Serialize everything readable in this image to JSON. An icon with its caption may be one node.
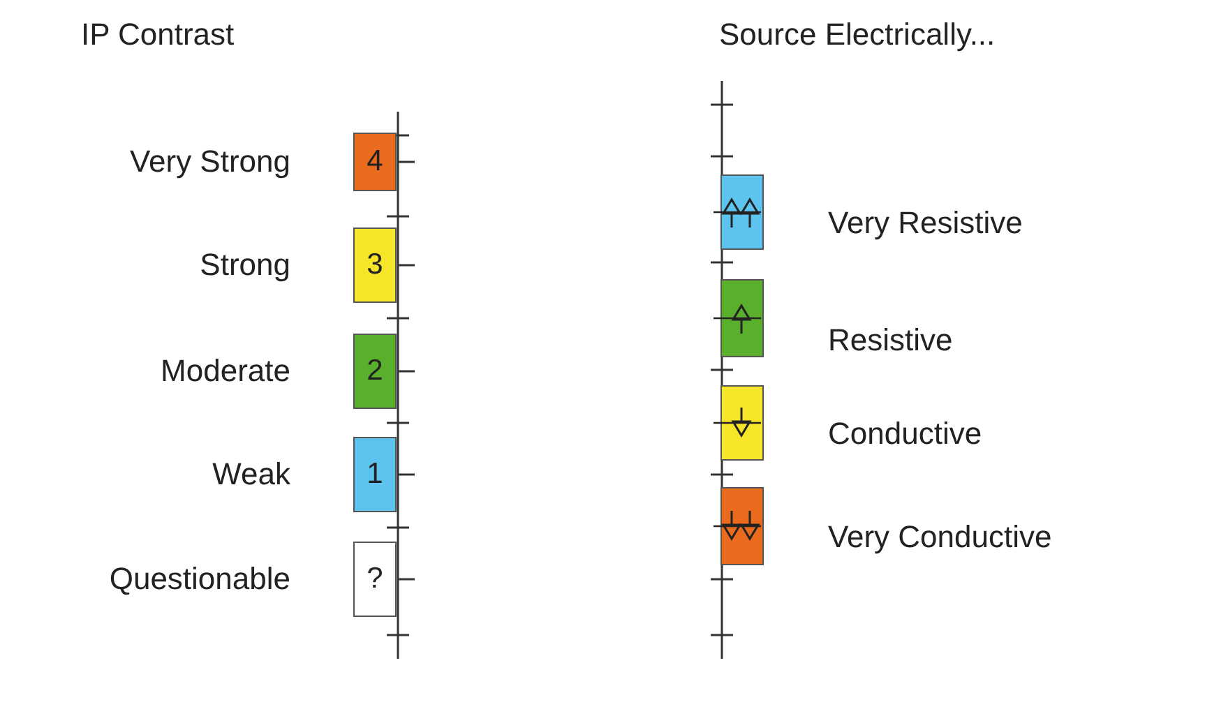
{
  "diagram": {
    "nodes": [
      {
        "text": [
          "4"
        ],
        "beside": [
          "Very Strong"
        ]
      },
      {
        "text": [
          "3"
        ],
        "beside": [
          "Strong"
        ]
      },
      {
        "text": [
          "2"
        ],
        "beside": [
          "Moderate"
        ]
      },
      {
        "text": [
          "1"
        ],
        "beside": [
          "Weak"
        ]
      },
      {
        "text": [
          "?"
        ],
        "beside": [
          "Questionable"
        ]
      },
      {
        "text": [],
        "shape": "box",
        "beside": [
          "Very Resistive"
        ]
      },
      {
        "text": [],
        "shape": "box",
        "beside": [
          "Resistive"
        ]
      },
      {
        "text": [],
        "shape": "box",
        "beside": [
          "Conductive"
        ]
      },
      {
        "text": [],
        "shape": "box",
        "beside": [
          "Very Conductive"
        ]
      }
    ],
    "labels": [
      "IP Contrast",
      "Source Electrically..."
    ]
  }
}
